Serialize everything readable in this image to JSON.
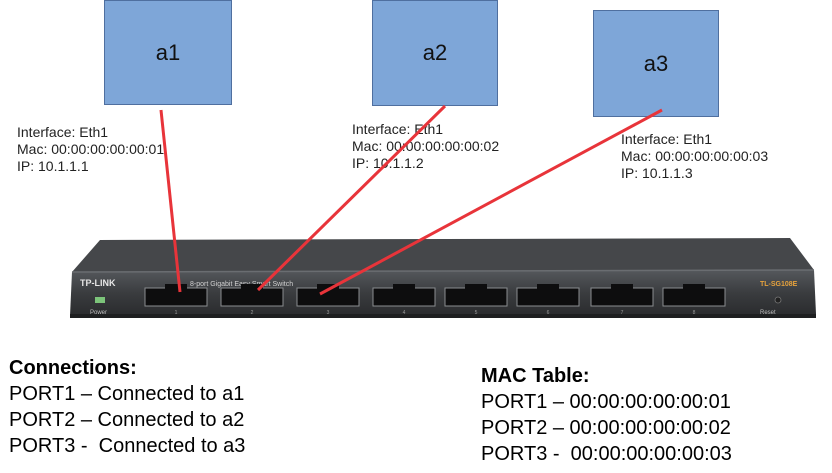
{
  "hosts": [
    {
      "name": "a1",
      "interface": "Interface: Eth1",
      "mac": "Mac: 00:00:00:00:00:01",
      "ip": "IP: 10.1.1.1"
    },
    {
      "name": "a2",
      "interface": "Interface: Eth1",
      "mac": "Mac: 00:00:00:00:00:02",
      "ip": "IP: 10.1.1.2"
    },
    {
      "name": "a3",
      "interface": "Interface: Eth1",
      "mac": "Mac: 00:00:00:00:00:03",
      "ip": "IP: 10.1.1.3"
    }
  ],
  "switch": {
    "brand": "TP-LINK",
    "desc": "8-port Gigabit Easy Smart Switch",
    "model": "TL-SG108E",
    "power_label": "Power",
    "reset_label": "Reset",
    "ports": [
      "1",
      "2",
      "3",
      "4",
      "5",
      "6",
      "7",
      "8"
    ]
  },
  "connections": {
    "title": "Connections:",
    "lines": [
      "PORT1 – Connected to a1",
      "PORT2 – Connected to a2",
      "PORT3 -  Connected to a3"
    ]
  },
  "mac_table": {
    "title": "MAC Table:",
    "lines": [
      "PORT1 – 00:00:00:00:00:01",
      "PORT2 – 00:00:00:00:00:02",
      "PORT3 -  00:00:00:00:00:03"
    ]
  },
  "colors": {
    "host_fill": "#7ea6d8",
    "link": "#e8343a",
    "switch_body": "#3a3c3f"
  }
}
